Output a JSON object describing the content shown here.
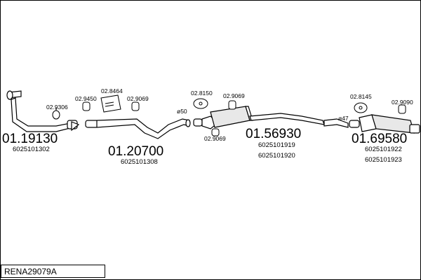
{
  "sections": [
    {
      "number": "01.19130",
      "refs": [
        "6025101302"
      ]
    },
    {
      "number": "01.20700",
      "refs": [
        "6025101308"
      ]
    },
    {
      "number": "01.56930",
      "refs": [
        "6025101919",
        "6025101920"
      ]
    },
    {
      "number": "01.69580",
      "refs": [
        "6025101922",
        "6025101923"
      ]
    }
  ],
  "parts": {
    "p9306": "02.9306",
    "p9450": "02.9450",
    "p8464": "02.8464",
    "p9069a": "02.9069",
    "p8150": "02.8150",
    "p9069b": "02.9069",
    "p9069c": "02.9069",
    "p8145": "02.8145",
    "p9090": "02.9090"
  },
  "diameters": {
    "d50": "ø50",
    "d47": "ø47"
  },
  "model_code": "RENA29079A",
  "colors": {
    "line": "#000000",
    "fill": "#ffffff",
    "shade": "#d9d9d9"
  }
}
